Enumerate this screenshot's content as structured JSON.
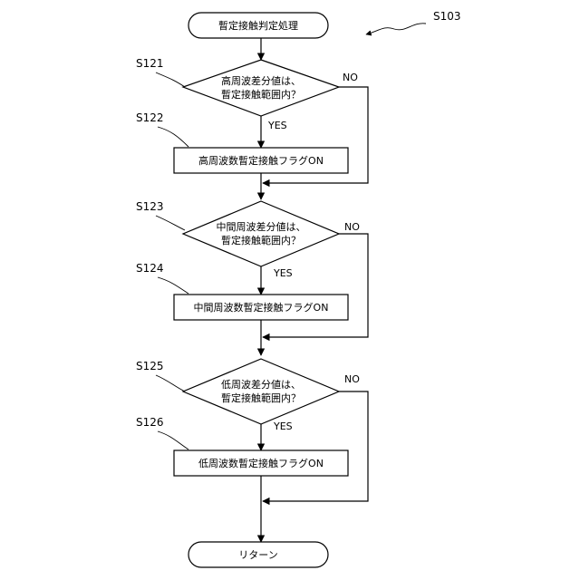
{
  "figure_label": "S103",
  "start": {
    "text": "暫定接触判定処理"
  },
  "end": {
    "text": "リターン"
  },
  "blocks": [
    {
      "decision_step": "S121",
      "decision_line1": "高周波差分値は、",
      "decision_line2": "暫定接触範囲内？",
      "yes": "YES",
      "no": "NO",
      "process_step": "S122",
      "process_text": "高周波数暫定接触フラグON"
    },
    {
      "decision_step": "S123",
      "decision_line1": "中間周波差分値は、",
      "decision_line2": "暫定接触範囲内？",
      "yes": "YES",
      "no": "NO",
      "process_step": "S124",
      "process_text": "中間周波数暫定接触フラグON"
    },
    {
      "decision_step": "S125",
      "decision_line1": "低周波差分値は、",
      "decision_line2": "暫定接触範囲内？",
      "yes": "YES",
      "no": "NO",
      "process_step": "S126",
      "process_text": "低周波数暫定接触フラグON"
    }
  ]
}
